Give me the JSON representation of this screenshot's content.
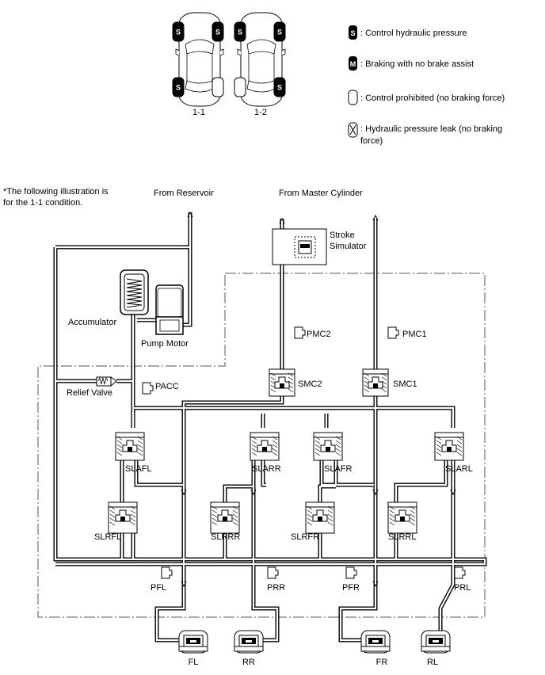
{
  "cars": [
    {
      "label": "1-1",
      "wheels": {
        "front_left": "S",
        "front_right": "S",
        "rear_left": "S",
        "rear_right": ""
      }
    },
    {
      "label": "1-2",
      "wheels": {
        "front_left": "S",
        "front_right": "S",
        "rear_left": "",
        "rear_right": "S"
      }
    }
  ],
  "legend": [
    {
      "symbol": "S",
      "text": ": Control hydraulic pressure"
    },
    {
      "symbol": "M",
      "text": ": Braking with no brake assist"
    },
    {
      "symbol": "",
      "text": ": Control prohibited (no braking force)"
    },
    {
      "symbol": "X",
      "text_line1": ": Hydraulic pressure leak (no braking",
      "text_line2": "force)"
    }
  ],
  "note": {
    "line1": "*The following illustration is",
    "line2": "for the 1-1 condition."
  },
  "labels": {
    "from_reservoir": "From Reservoir",
    "from_master_cylinder": "From Master Cylinder",
    "stroke_simulator_1": "Stroke",
    "stroke_simulator_2": "Simulator",
    "accumulator": "Accumulator",
    "pump_motor": "Pump Motor",
    "relief_valve": "Relief Valve",
    "pacc": "PACC",
    "pmc1": "PMC1",
    "pmc2": "PMC2",
    "smc1": "SMC1",
    "smc2": "SMC2",
    "slafl": "SLAFL",
    "slarr": "SLARR",
    "slafr": "SLAFR",
    "slarl": "SLARL",
    "slrfl": "SLRFL",
    "slrrr": "SLRRR",
    "slrfr": "SLRFR",
    "slrrl": "SLRRL",
    "pfl": "PFL",
    "prr": "PRR",
    "pfr": "PFR",
    "prl": "PRL",
    "fl": "FL",
    "rr": "RR",
    "fr": "FR",
    "rl": "RL"
  }
}
